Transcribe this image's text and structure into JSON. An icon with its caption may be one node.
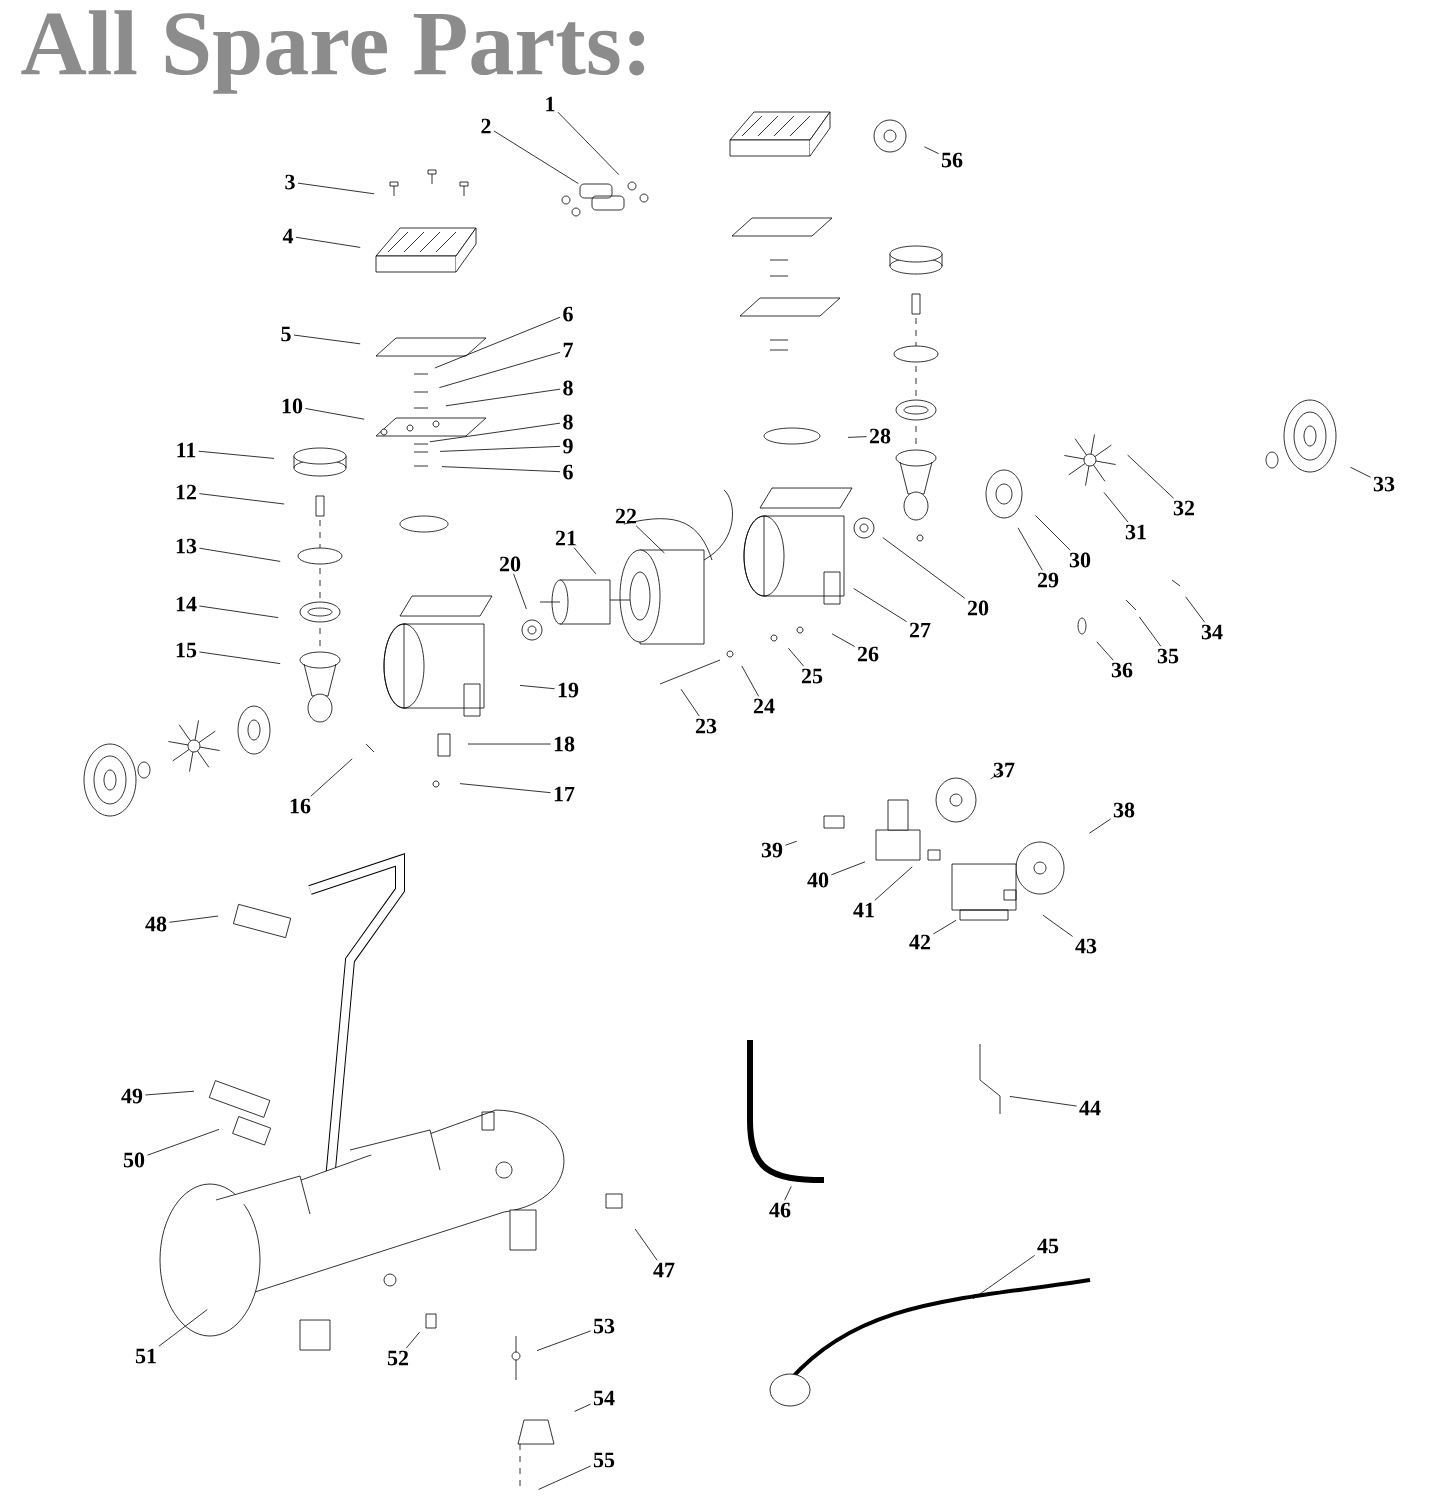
{
  "diagram": {
    "title": "All Spare Parts:",
    "nodes": [
      {
        "text": [
          "1"
        ]
      },
      {
        "text": [
          "2"
        ]
      },
      {
        "text": [
          "3"
        ]
      },
      {
        "text": [
          "4"
        ]
      },
      {
        "text": [
          "56"
        ]
      },
      {
        "text": [
          "5"
        ]
      },
      {
        "text": [
          "6"
        ]
      },
      {
        "text": [
          "7"
        ]
      },
      {
        "text": [
          "8"
        ]
      },
      {
        "text": [
          "10"
        ]
      },
      {
        "text": [
          "8"
        ]
      },
      {
        "text": [
          "9"
        ]
      },
      {
        "text": [
          "6"
        ]
      },
      {
        "text": [
          "28"
        ]
      },
      {
        "text": [
          "11"
        ]
      },
      {
        "text": [
          "33"
        ]
      },
      {
        "text": [
          "32"
        ]
      },
      {
        "text": [
          "12"
        ]
      },
      {
        "text": [
          "31"
        ]
      },
      {
        "text": [
          "13"
        ]
      },
      {
        "text": [
          "22"
        ]
      },
      {
        "text": [
          "21"
        ]
      },
      {
        "text": [
          "20"
        ]
      },
      {
        "text": [
          "30"
        ]
      },
      {
        "text": [
          "29"
        ]
      },
      {
        "text": [
          "20"
        ]
      },
      {
        "text": [
          "14"
        ]
      },
      {
        "text": [
          "27"
        ]
      },
      {
        "text": [
          "15"
        ]
      },
      {
        "text": [
          "26"
        ]
      },
      {
        "text": [
          "34"
        ]
      },
      {
        "text": [
          "35"
        ]
      },
      {
        "text": [
          "36"
        ]
      },
      {
        "text": [
          "25"
        ]
      },
      {
        "text": [
          "19"
        ]
      },
      {
        "text": [
          "24"
        ]
      },
      {
        "text": [
          "23"
        ]
      },
      {
        "text": [
          "18"
        ]
      },
      {
        "text": [
          "17"
        ]
      },
      {
        "text": [
          "16"
        ]
      },
      {
        "text": [
          "37"
        ]
      },
      {
        "text": [
          "38"
        ]
      },
      {
        "text": [
          "39"
        ]
      },
      {
        "text": [
          "40"
        ]
      },
      {
        "text": [
          "41"
        ]
      },
      {
        "text": [
          "42"
        ]
      },
      {
        "text": [
          "43"
        ]
      },
      {
        "text": [
          "48"
        ]
      },
      {
        "text": [
          "44"
        ]
      },
      {
        "text": [
          "49"
        ]
      },
      {
        "text": [
          "46"
        ]
      },
      {
        "text": [
          "50"
        ]
      },
      {
        "text": [
          "47"
        ]
      },
      {
        "text": [
          "45"
        ]
      },
      {
        "text": [
          "51"
        ]
      },
      {
        "text": [
          "52"
        ]
      },
      {
        "text": [
          "53"
        ]
      },
      {
        "text": [
          "54"
        ]
      },
      {
        "text": [
          "55"
        ]
      }
    ],
    "edges": [
      {
        "from": 0,
        "to": null,
        "arrow": "none"
      },
      {
        "from": 1,
        "to": null,
        "arrow": "none"
      },
      {
        "from": 2,
        "to": null,
        "arrow": "none"
      },
      {
        "from": 3,
        "to": null,
        "arrow": "none"
      },
      {
        "from": 4,
        "to": null,
        "arrow": "none"
      },
      {
        "from": 5,
        "to": null,
        "arrow": "none"
      },
      {
        "from": 6,
        "to": null,
        "arrow": "none"
      },
      {
        "from": 7,
        "to": null,
        "arrow": "none"
      },
      {
        "from": 8,
        "to": null,
        "arrow": "none"
      },
      {
        "from": 9,
        "to": null,
        "arrow": "none"
      },
      {
        "from": 10,
        "to": null,
        "arrow": "none"
      },
      {
        "from": 11,
        "to": null,
        "arrow": "none"
      },
      {
        "from": 12,
        "to": null,
        "arrow": "none"
      },
      {
        "from": 13,
        "to": null,
        "arrow": "none"
      },
      {
        "from": 14,
        "to": null,
        "arrow": "none"
      },
      {
        "from": 15,
        "to": null,
        "arrow": "none"
      },
      {
        "from": 16,
        "to": null,
        "arrow": "none"
      },
      {
        "from": 17,
        "to": null,
        "arrow": "none"
      },
      {
        "from": 18,
        "to": null,
        "arrow": "none"
      },
      {
        "from": 19,
        "to": null,
        "arrow": "none"
      },
      {
        "from": 20,
        "to": null,
        "arrow": "none"
      },
      {
        "from": 21,
        "to": null,
        "arrow": "none"
      },
      {
        "from": 22,
        "to": null,
        "arrow": "none"
      },
      {
        "from": 23,
        "to": null,
        "arrow": "none"
      },
      {
        "from": 24,
        "to": null,
        "arrow": "none"
      },
      {
        "from": 25,
        "to": null,
        "arrow": "none"
      },
      {
        "from": 26,
        "to": null,
        "arrow": "none"
      },
      {
        "from": 27,
        "to": null,
        "arrow": "none"
      },
      {
        "from": 28,
        "to": null,
        "arrow": "none"
      },
      {
        "from": 29,
        "to": null,
        "arrow": "none"
      },
      {
        "from": 30,
        "to": null,
        "arrow": "none"
      },
      {
        "from": 31,
        "to": null,
        "arrow": "none"
      },
      {
        "from": 32,
        "to": null,
        "arrow": "none"
      },
      {
        "from": 33,
        "to": null,
        "arrow": "none"
      },
      {
        "from": 34,
        "to": null,
        "arrow": "none"
      },
      {
        "from": 35,
        "to": null,
        "arrow": "none"
      },
      {
        "from": 36,
        "to": null,
        "arrow": "none"
      },
      {
        "from": 37,
        "to": null,
        "arrow": "none"
      },
      {
        "from": 38,
        "to": null,
        "arrow": "none"
      },
      {
        "from": 39,
        "to": null,
        "arrow": "none"
      },
      {
        "from": 40,
        "to": null,
        "arrow": "none"
      },
      {
        "from": 41,
        "to": null,
        "arrow": "none"
      },
      {
        "from": 42,
        "to": null,
        "arrow": "none"
      },
      {
        "from": 43,
        "to": null,
        "arrow": "none"
      },
      {
        "from": 44,
        "to": null,
        "arrow": "none"
      },
      {
        "from": 45,
        "to": null,
        "arrow": "none"
      },
      {
        "from": 46,
        "to": null,
        "arrow": "none"
      },
      {
        "from": 47,
        "to": null,
        "arrow": "none"
      },
      {
        "from": 48,
        "to": null,
        "arrow": "none"
      },
      {
        "from": 49,
        "to": null,
        "arrow": "none"
      },
      {
        "from": 50,
        "to": null,
        "arrow": "none"
      },
      {
        "from": 51,
        "to": null,
        "arrow": "none"
      },
      {
        "from": 52,
        "to": null,
        "arrow": "none"
      },
      {
        "from": 53,
        "to": null,
        "arrow": "none"
      },
      {
        "from": 54,
        "to": null,
        "arrow": "none"
      },
      {
        "from": 55,
        "to": null,
        "arrow": "none"
      },
      {
        "from": 56,
        "to": null,
        "arrow": "none"
      },
      {
        "from": 57,
        "to": null,
        "arrow": "none"
      },
      {
        "from": 58,
        "to": null,
        "arrow": "none"
      }
    ]
  }
}
